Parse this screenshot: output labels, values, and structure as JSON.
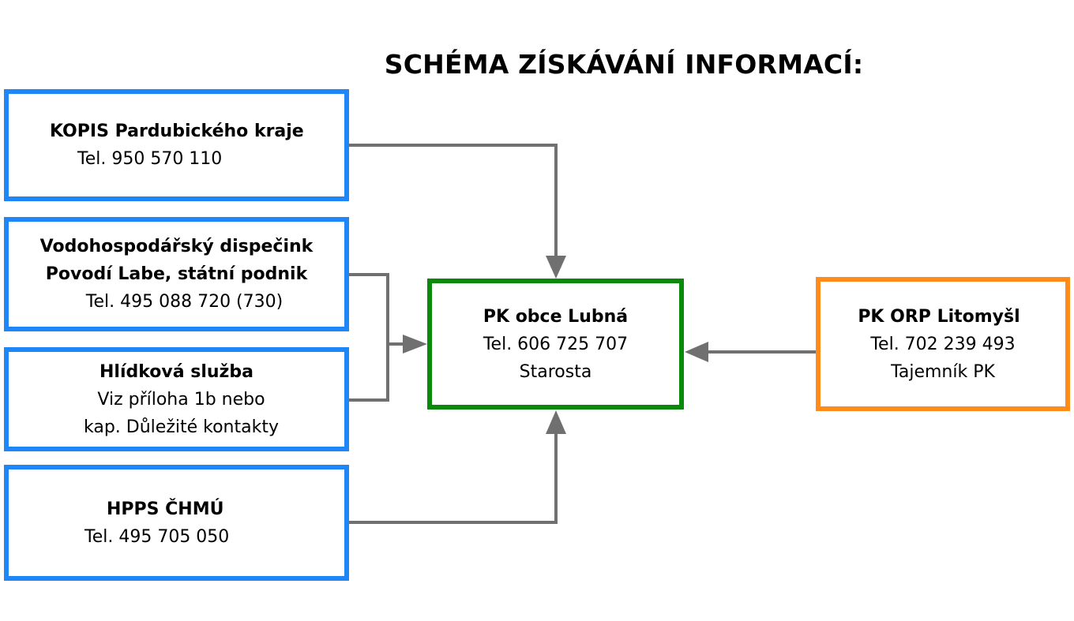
{
  "title": "SCHÉMA ZÍSKÁVÁNÍ INFORMACÍ:",
  "colors": {
    "source_border": "#1f86f7",
    "center_border": "#0a8a0a",
    "right_border": "#ff8c1a",
    "arrow": "#707070"
  },
  "nodes": {
    "kopis": {
      "name": "KOPIS Pardubického kraje",
      "phone": "Tel. 950 570 110"
    },
    "vodo": {
      "name_line1": "Vodohospodářský dispečink",
      "name_line2": "Povodí Labe, státní podnik",
      "phone": "Tel. 495 088 720 (730)"
    },
    "hlidka": {
      "name": "Hlídková služba",
      "note_line1": "Viz příloha 1b nebo",
      "note_line2": "kap. Důležité kontakty"
    },
    "hpps": {
      "name": "HPPS ČHMÚ",
      "phone": "Tel. 495 705 050"
    },
    "lubna": {
      "name": "PK obce Lubná",
      "phone": "Tel. 606 725 707",
      "role": "Starosta"
    },
    "litomysl": {
      "name": "PK ORP Litomyšl",
      "phone": "Tel. 702 239 493",
      "role": "Tajemník PK"
    }
  }
}
